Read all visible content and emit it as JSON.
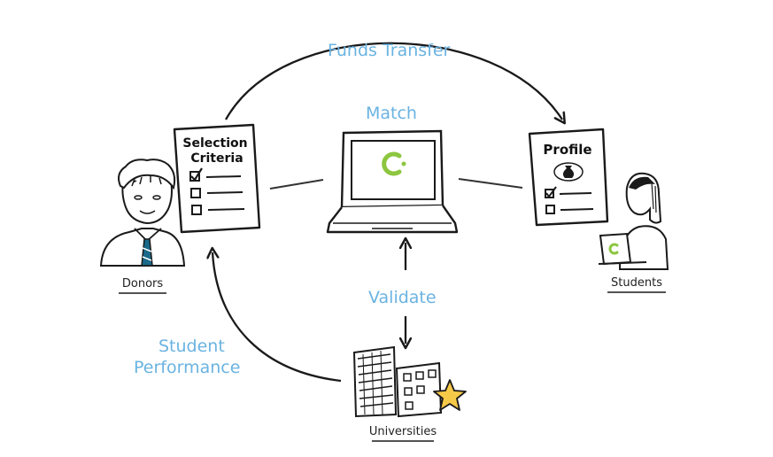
{
  "labels": {
    "funds_transfer": "Funds Transfer",
    "match": "Match",
    "validate": "Validate",
    "student_performance_line1": "Student",
    "student_performance_line2": "Performance"
  },
  "nodes": {
    "donors": "Donors",
    "students": "Students",
    "universities": "Universities"
  },
  "documents": {
    "selection_line1": "Selection",
    "selection_line2": "Criteria",
    "profile": "Profile"
  },
  "colors": {
    "label_blue": "#6ab3e1",
    "logo_green": "#8cc63f",
    "star_yellow": "#f7c948",
    "ink": "#1a1a1a"
  },
  "icons": [
    "laptop-icon",
    "document-icon",
    "checkbox-icon",
    "money-bag-icon",
    "building-icon",
    "star-icon",
    "person-icon",
    "arrow-icon"
  ]
}
